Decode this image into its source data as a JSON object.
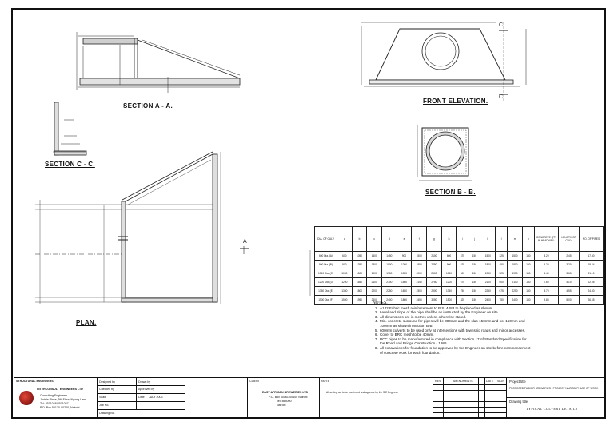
{
  "drawing": {
    "section_aa": "SECTION  A - A.",
    "section_cc": "SECTION  C - C.",
    "section_bb": "SECTION   B - B.",
    "front_elevation": "FRONT   ELEVATION.",
    "plan": "PLAN.",
    "marker_a": "A",
    "marker_c": "C"
  },
  "schedule": {
    "headers": [
      "DIA. OF CULV",
      "a",
      "b",
      "c",
      "d",
      "e",
      "f",
      "g",
      "h",
      "i",
      "j",
      "k",
      "l",
      "m",
      "n",
      "CONCRETE QTY IN HEADWALL",
      "LENGTH OF CULV",
      "NO. OF PIPES"
    ],
    "rows": [
      [
        "600 Dia. (A)",
        "600",
        "1050",
        "1400",
        "1450",
        "900",
        "1500",
        "2100",
        "600",
        "375",
        "150",
        "1500",
        "325",
        "1500",
        "150",
        "3.20",
        "2.45",
        "17.80"
      ],
      [
        "900 Dia. (B)",
        "900",
        "1350",
        "1800",
        "1800",
        "1200",
        "1850",
        "2450",
        "900",
        "525",
        "150",
        "1800",
        "450",
        "1800",
        "150",
        "5.20",
        "3.20",
        "19.24"
      ],
      [
        "1050 Dia. (C)",
        "1050",
        "1500",
        "1900",
        "1950",
        "1350",
        "2000",
        "2600",
        "1050",
        "600",
        "150",
        "1950",
        "525",
        "1950",
        "150",
        "6.40",
        "3.65",
        "21.10"
      ],
      [
        "1200 Dia. (D)",
        "1200",
        "1650",
        "2100",
        "2100",
        "1500",
        "2150",
        "2750",
        "1200",
        "675",
        "150",
        "2100",
        "600",
        "2100",
        "150",
        "7.60",
        "4.10",
        "22.95"
      ],
      [
        "1350 Dia. (E)",
        "1350",
        "1800",
        "2200",
        "2250",
        "1650",
        "2300",
        "2900",
        "1350",
        "750",
        "150",
        "2250",
        "675",
        "2250",
        "150",
        "8.70",
        "4.55",
        "24.80"
      ],
      [
        "1500 Dia. (F)",
        "1500",
        "1950",
        "2400",
        "2400",
        "1800",
        "2450",
        "3050",
        "1500",
        "825",
        "150",
        "2400",
        "750",
        "2400",
        "150",
        "9.85",
        "5.00",
        "26.65"
      ]
    ]
  },
  "notes": {
    "heading": "NOTES.",
    "items": [
      "A142 Fabric mesh reinforcement to B.S. 4483 to be placed as shown.",
      "Level and slope of the pipe shall be as instructed by the Engineer on site.",
      "All dimensions are in metres unless otherwise stated.",
      "Min. concrete surround for pipes will be 300mm and the slab 150mm and not 150mm and 100mm as shown in section B-B.",
      "600mm culverts to be used only at intersections with township roads and minor accesses.",
      "Cover to BRC mesh to be 40mm.",
      "PCC pipes to be manufactured in compliance with Section 17 of Standard Specification for the Road and Bridge Construction - 1986.",
      "All excavations for foundation to be approved by the Engineer on site before commencement of concrete work for each foundation."
    ]
  },
  "titleblock": {
    "firm_header": "STRUCTURAL ENGINEERS",
    "firm_name": "INTERCONSULT ENGINEERS LTD",
    "firm_lines": [
      "Consulting Engineers",
      "Jadala Place, 5th Floor, Ngong Lane",
      "Tel: 2571048/2571057",
      "P.O. Box 55170-00200, Nairobi"
    ],
    "designed_by": "Designed  by",
    "drawn_by": "Drawn  by",
    "checked_by": "Checked  by",
    "approved_by": "Approved  by",
    "scale": "Scale",
    "date": "Date",
    "date_value": "JULY 2003",
    "job_no": "Job  No.",
    "drawing_no": "Drawing  No.",
    "client_label": "CLIENT",
    "client_name": "EAST AFRICAN BREWERIES LTD",
    "client_lines": [
      "P.O. Box 30161-00100 Nairobi",
      "Tel: 864000",
      "Nairobi"
    ],
    "note_label": "NOTE",
    "note_text": "All setting out to be confirmed and approve by the S.E Engineer",
    "rev_label": "REV",
    "amendments": "AMENDMENTS",
    "date_col": "DATE",
    "sign_col": "SIGN",
    "project_label": "Project  title",
    "project_title": "PROPOSED TUSKER BREWERIES - PROJECT NAIROBI PHASE OF WORK",
    "drawing_label": "Drawing  title",
    "drawing_title": "TYPICAL CULVERT DETAILS"
  }
}
